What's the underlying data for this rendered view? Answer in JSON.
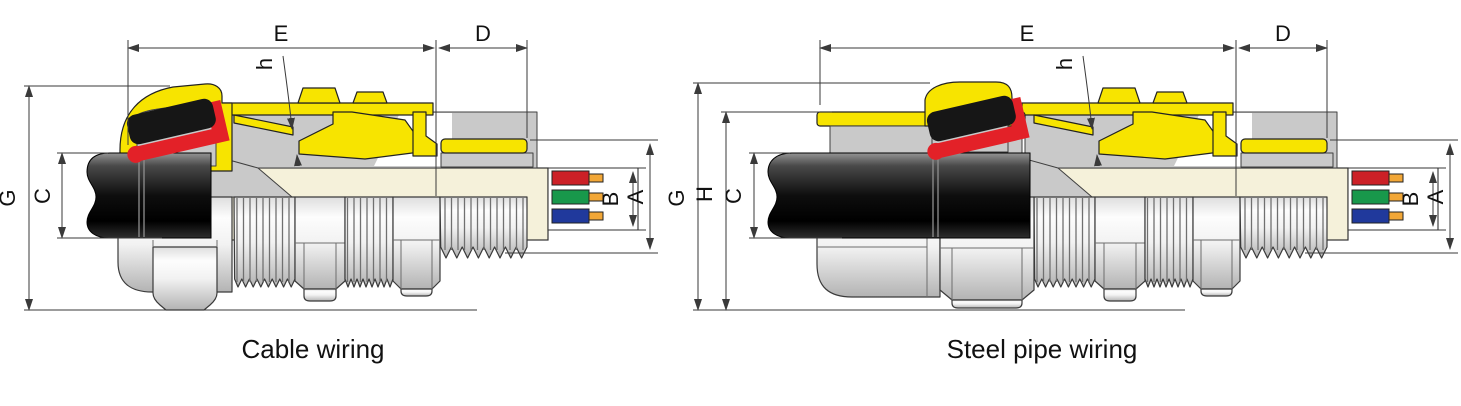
{
  "figure": {
    "captions": {
      "left": "Cable wiring",
      "right": "Steel pipe wiring"
    },
    "dim_labels": {
      "A": "A",
      "B": "B",
      "C": "C",
      "D": "D",
      "E": "E",
      "G": "G",
      "H": "H",
      "h": "h"
    },
    "colors": {
      "body_yellow": "#f7e400",
      "seal_red": "#e32128",
      "seal_insert_black": "#161616",
      "section_gray": "#c9c9c9",
      "cable_black": "#1a1a1a",
      "sheath_beige": "#f5f1da",
      "wire_red": "#cc2027",
      "wire_green": "#18984b",
      "wire_blue": "#20399c",
      "pin_orange": "#f2a737",
      "dim_line": "#3a3a3a"
    }
  }
}
